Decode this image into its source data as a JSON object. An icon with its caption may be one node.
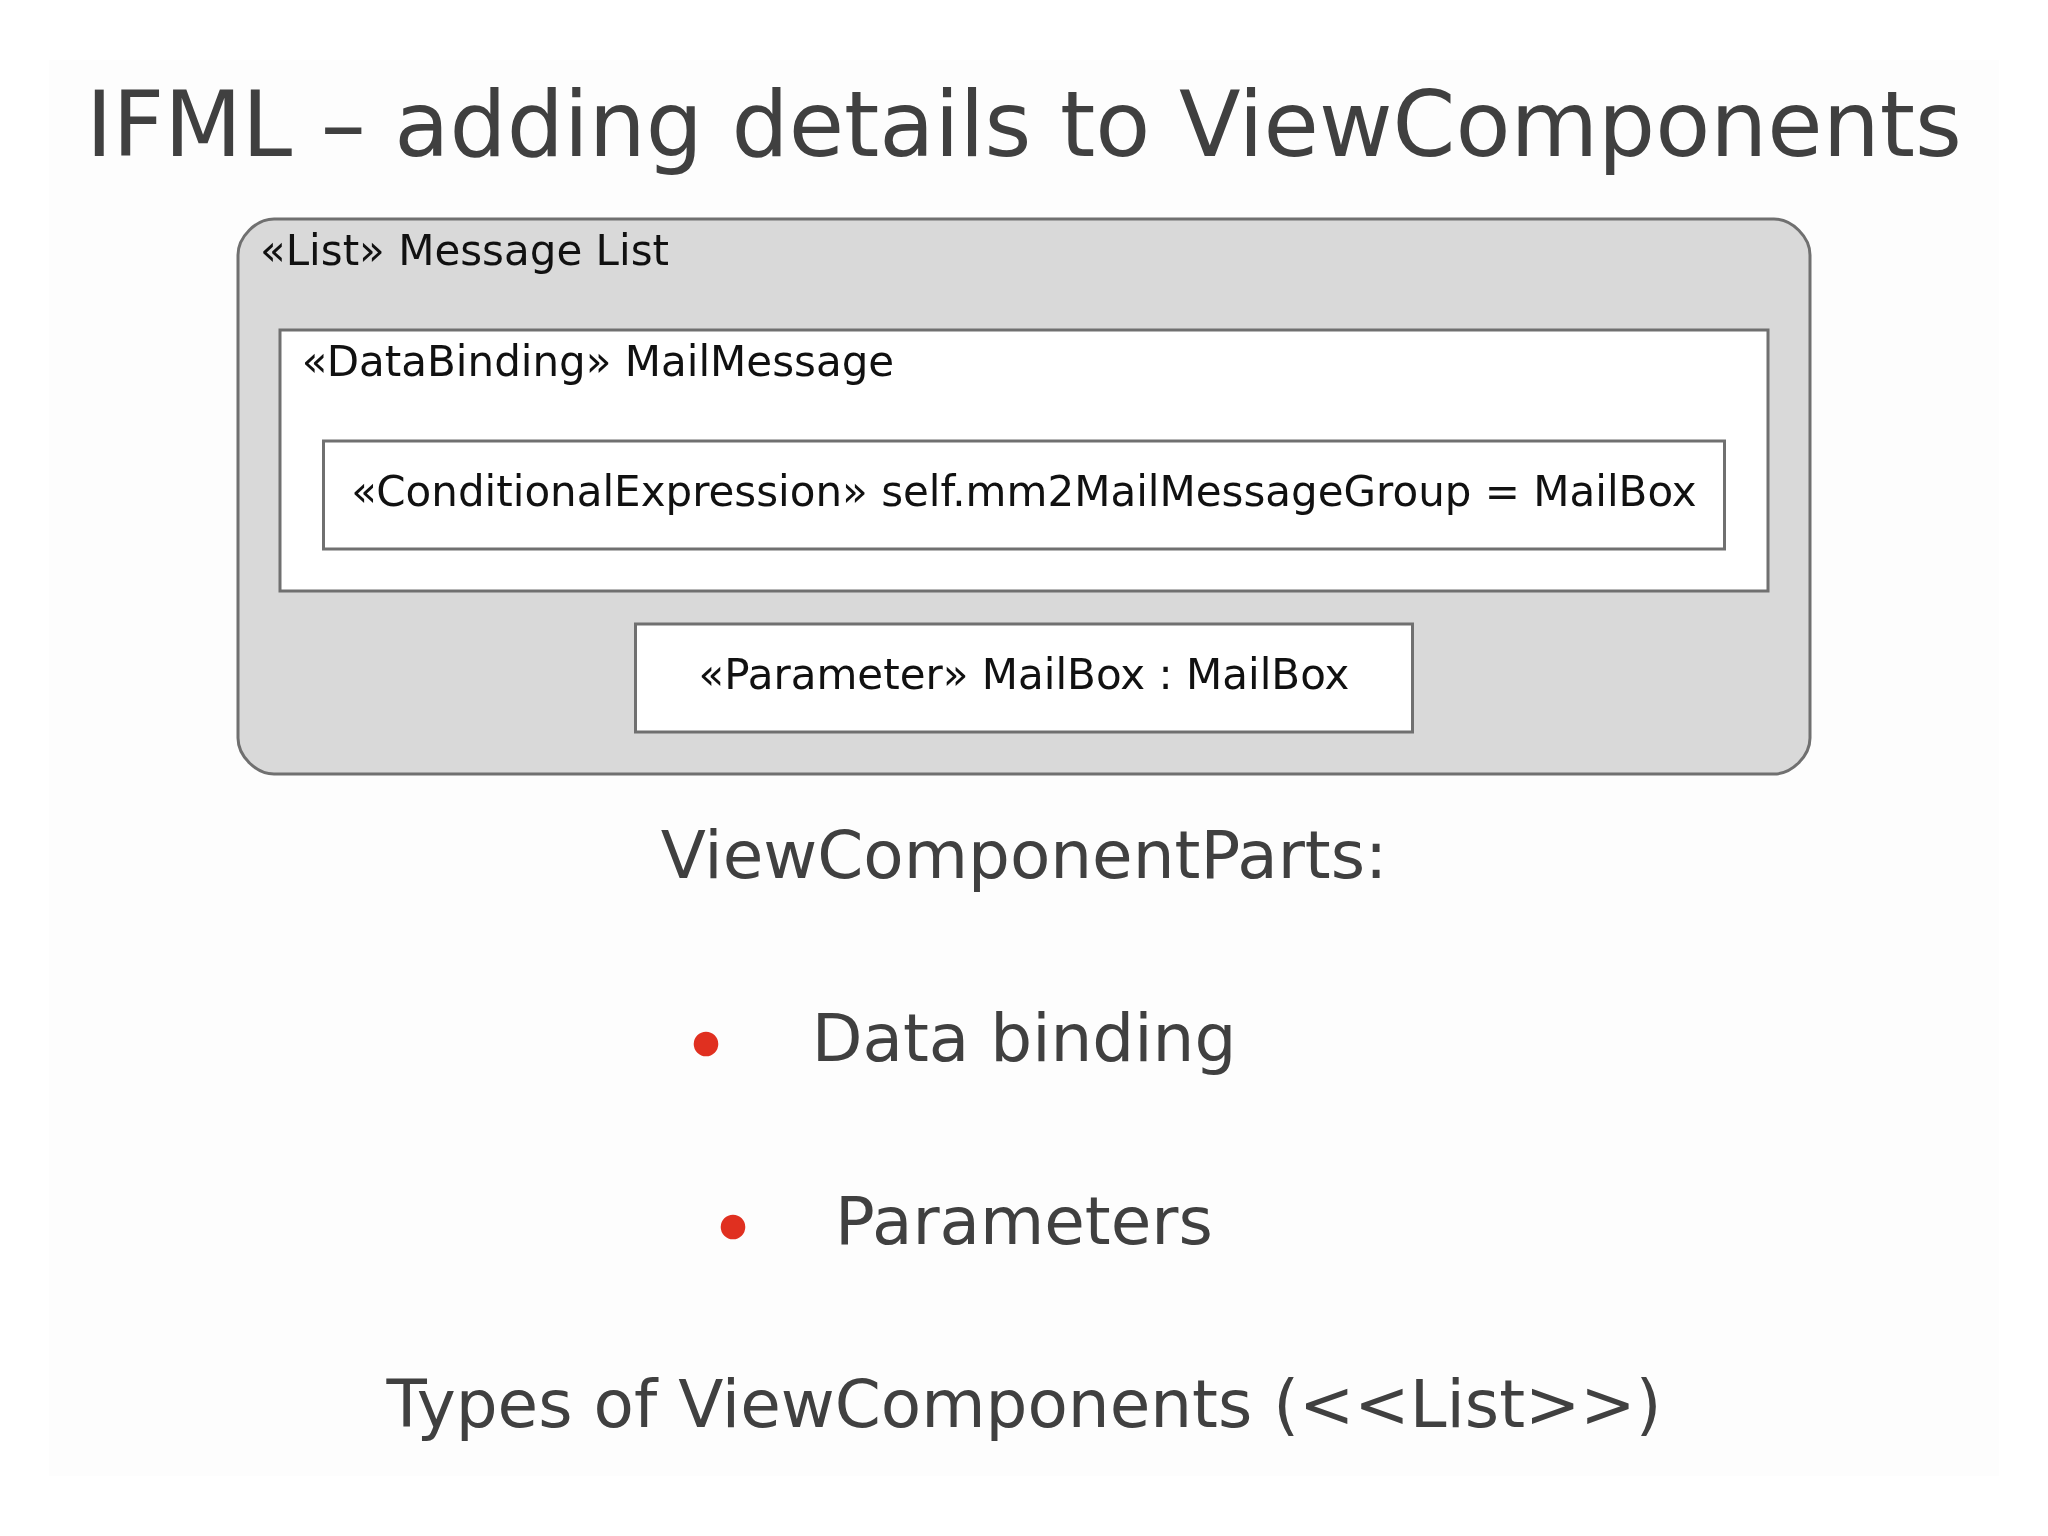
{
  "diagram": {
    "title": "IFML – adding details to ViewComponents",
    "nodes": [
      {
        "text": [
          "«List» Message List"
        ]
      },
      {
        "text": [
          "«DataBinding» MailMessage"
        ],
        "in": 0
      },
      {
        "text": [
          "«ConditionalExpression» self.mm2MailMessageGroup = MailBox"
        ],
        "in": 1
      },
      {
        "text": [
          "«Parameter» MailBox : MailBox"
        ],
        "in": 0
      }
    ],
    "labels": [
      "ViewComponentParts:",
      "Data binding",
      "Parameters",
      "Types of ViewComponents (<<List>>)"
    ]
  }
}
